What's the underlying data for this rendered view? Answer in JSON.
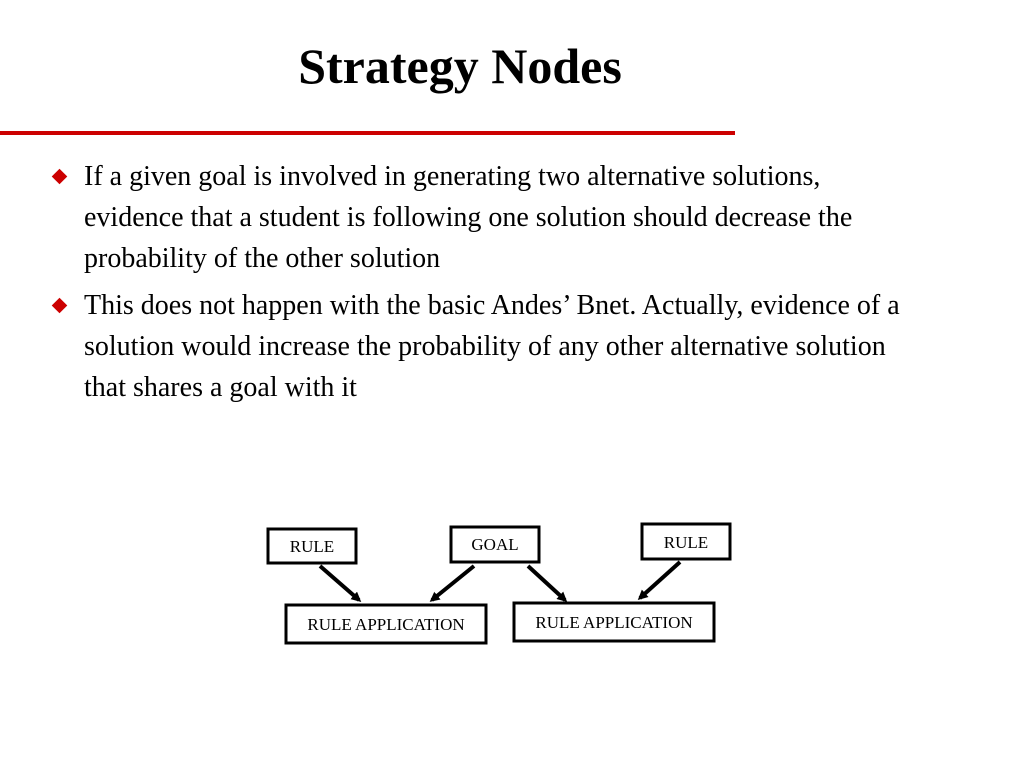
{
  "slide": {
    "title": "Strategy Nodes",
    "accent_color": "#cc0000",
    "bullets": [
      "If a given goal  is involved in generating two alternative solutions, evidence that a student is following one solution should decrease the probability of the other solution",
      "This does not happen with the basic Andes’ Bnet. Actually, evidence of a solution would increase the probability of any other alternative solution that shares a goal with it"
    ]
  },
  "diagram": {
    "nodes": {
      "rule_left": "RULE",
      "goal": "GOAL",
      "rule_right": "RULE",
      "rule_application_left": "RULE APPLICATION",
      "rule_application_right": "RULE APPLICATION"
    },
    "edges": [
      {
        "from": "rule_left",
        "to": "rule_application_left"
      },
      {
        "from": "goal",
        "to": "rule_application_left"
      },
      {
        "from": "goal",
        "to": "rule_application_right"
      },
      {
        "from": "rule_right",
        "to": "rule_application_right"
      }
    ]
  }
}
